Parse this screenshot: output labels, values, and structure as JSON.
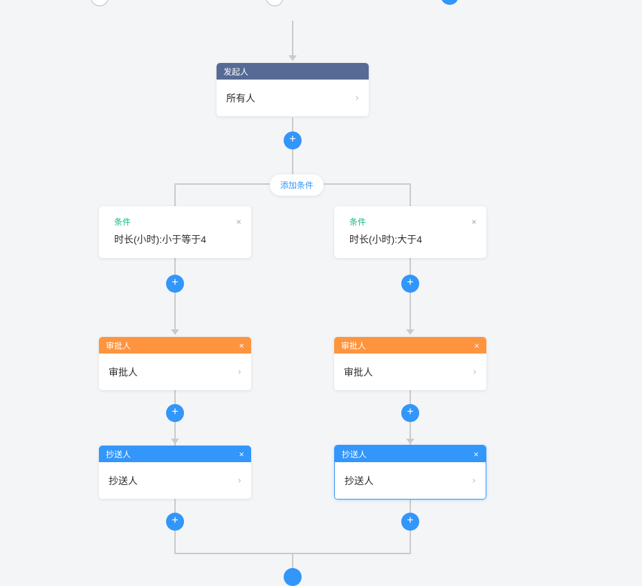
{
  "colors": {
    "background": "#f4f5f7",
    "line": "#cacaca",
    "accent_blue": "#3296fa",
    "initiator_header": "#576a95",
    "approver_header": "#ff943e",
    "cc_header": "#3296fa",
    "condition_label": "#15bc83"
  },
  "icons": {
    "plus": "+",
    "close": "×",
    "chevron": "›"
  },
  "add_condition": {
    "label": "添加条件"
  },
  "initiator": {
    "header": "发起人",
    "value": "所有人"
  },
  "branches": [
    {
      "condition": {
        "title": "条件",
        "text": "时长(小时):小于等于4"
      },
      "approver": {
        "header": "审批人",
        "value": "审批人"
      },
      "cc": {
        "header": "抄送人",
        "value": "抄送人",
        "selected": false
      }
    },
    {
      "condition": {
        "title": "条件",
        "text": "时长(小时):大于4"
      },
      "approver": {
        "header": "审批人",
        "value": "审批人"
      },
      "cc": {
        "header": "抄送人",
        "value": "抄送人",
        "selected": true
      }
    }
  ]
}
